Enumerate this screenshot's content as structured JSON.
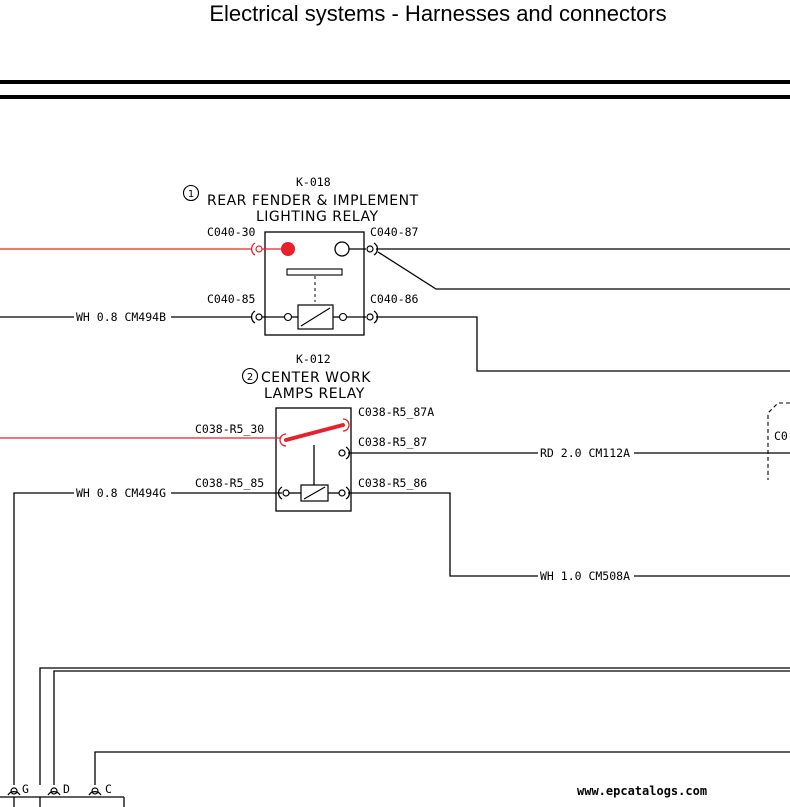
{
  "header": {
    "title": "Electrical systems - Harnesses and connectors"
  },
  "relay_k018": {
    "id": "K-018",
    "callout": "1",
    "name_line1": "REAR FENDER & IMPLEMENT",
    "name_line2": "LIGHTING RELAY",
    "pin_30": "C040-30",
    "pin_87": "C040-87",
    "pin_85": "C040-85",
    "pin_86": "C040-86",
    "wire_85": "WH 0.8 CM494B"
  },
  "relay_k012": {
    "id": "K-012",
    "callout": "2",
    "name_line1": "CENTER WORK",
    "name_line2": "LAMPS RELAY",
    "pin_87a": "C038-R5_87A",
    "pin_30": "C038-R5_30",
    "pin_87": "C038-R5_87",
    "pin_85": "C038-R5_85",
    "pin_86": "C038-R5_86",
    "wire_87": "RD 2.0 CM112A",
    "wire_85": "WH 0.8 CM494G",
    "wire_86": "WH 1.0 CM508A"
  },
  "connector_right": {
    "label": "C0"
  },
  "bottom_pins": [
    "G",
    "D",
    "C"
  ],
  "watermark": "www.epcatalogs.com",
  "colors": {
    "energized": "#e8202a",
    "line": "#000000"
  }
}
